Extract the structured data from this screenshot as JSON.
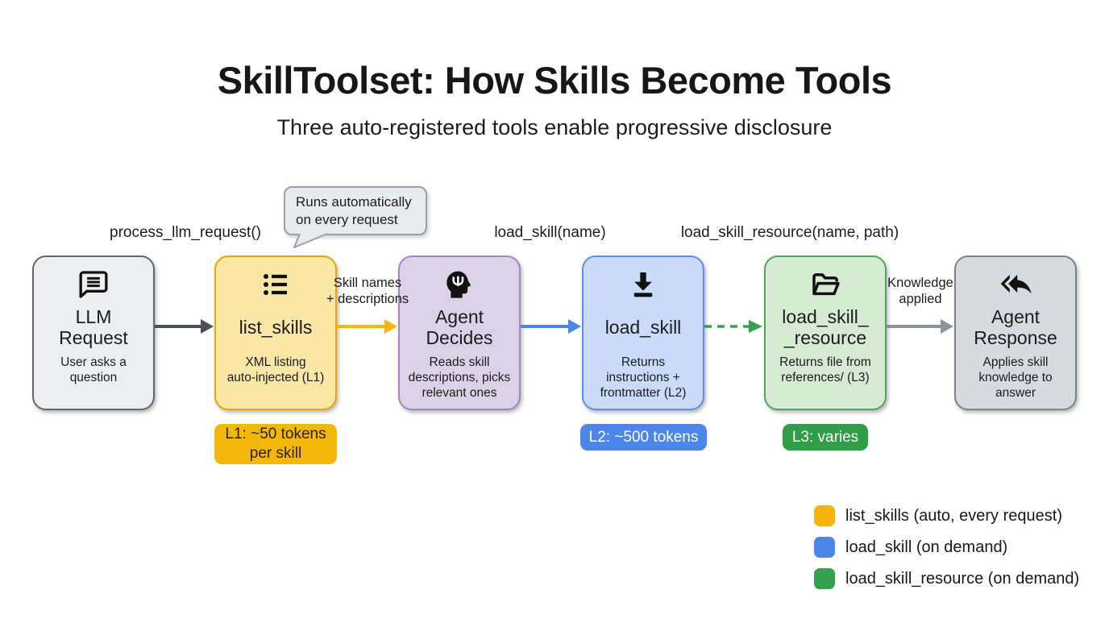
{
  "title": "SkillToolset: How Skills Become Tools",
  "subtitle": "Three auto-registered tools enable progressive disclosure",
  "callout": "Runs automatically\non every request",
  "function_labels": {
    "process": "process_llm_request()",
    "load_skill": "load_skill(name)",
    "load_skill_resource": "load_skill_resource(name, path)"
  },
  "nodes": [
    {
      "name": "LLM\nRequest",
      "desc": "User asks a\nquestion",
      "icon": "chat-icon",
      "fill": "#EDEEF0",
      "border": "#63676C"
    },
    {
      "name": "list_skills",
      "desc": "XML listing\nauto-injected (L1)",
      "icon": "list-icon",
      "fill": "#FAE7A5",
      "border": "#E0A905"
    },
    {
      "name": "Agent\nDecides",
      "desc": "Reads skill\ndescriptions, picks\nrelevant ones",
      "icon": "psychology-icon",
      "fill": "#DCD2E7",
      "border": "#A287BF"
    },
    {
      "name": "load_skill",
      "desc": "Returns\ninstructions +\nfrontmatter (L2)",
      "icon": "download-icon",
      "fill": "#C9DBF8",
      "border": "#5E8EE9"
    },
    {
      "name": "load_skill_\n_resource",
      "desc": "Returns file from\nreferences/ (L3)",
      "icon": "folder-open-icon",
      "fill": "#D7EAD3",
      "border": "#55A25E"
    },
    {
      "name": "Agent\nResponse",
      "desc": "Applies skill\nknowledge to\nanswer",
      "icon": "reply-all-icon",
      "fill": "#D7DBE0",
      "border": "#7E838A"
    }
  ],
  "edge_labels": {
    "skills": "Skill names\n+ descriptions",
    "knowledge": "Knowledge\napplied"
  },
  "badges": [
    {
      "label": "L1: ~50 tokens\nper skill",
      "color": "#F3B70B",
      "text": "#2A2208"
    },
    {
      "label": "L2: ~500 tokens",
      "color": "#4C86E8",
      "text": "#FFFFFF"
    },
    {
      "label": "L3: varies",
      "color": "#2F9E47",
      "text": "#FFFFFF"
    }
  ],
  "legend": {
    "items": [
      {
        "label": "list_skills (auto, every request)",
        "color": "#F5B40D"
      },
      {
        "label": "load_skill (on demand)",
        "color": "#4C86E8"
      },
      {
        "label": "load_skill_resource (on demand)",
        "color": "#34A14C"
      }
    ]
  },
  "colors": {
    "arrow_dark": "#4D5156",
    "arrow_yellow": "#F6B60B",
    "arrow_blue": "#4C86E8",
    "arrow_green": "#3D9E53",
    "arrow_gray": "#8E939B"
  }
}
